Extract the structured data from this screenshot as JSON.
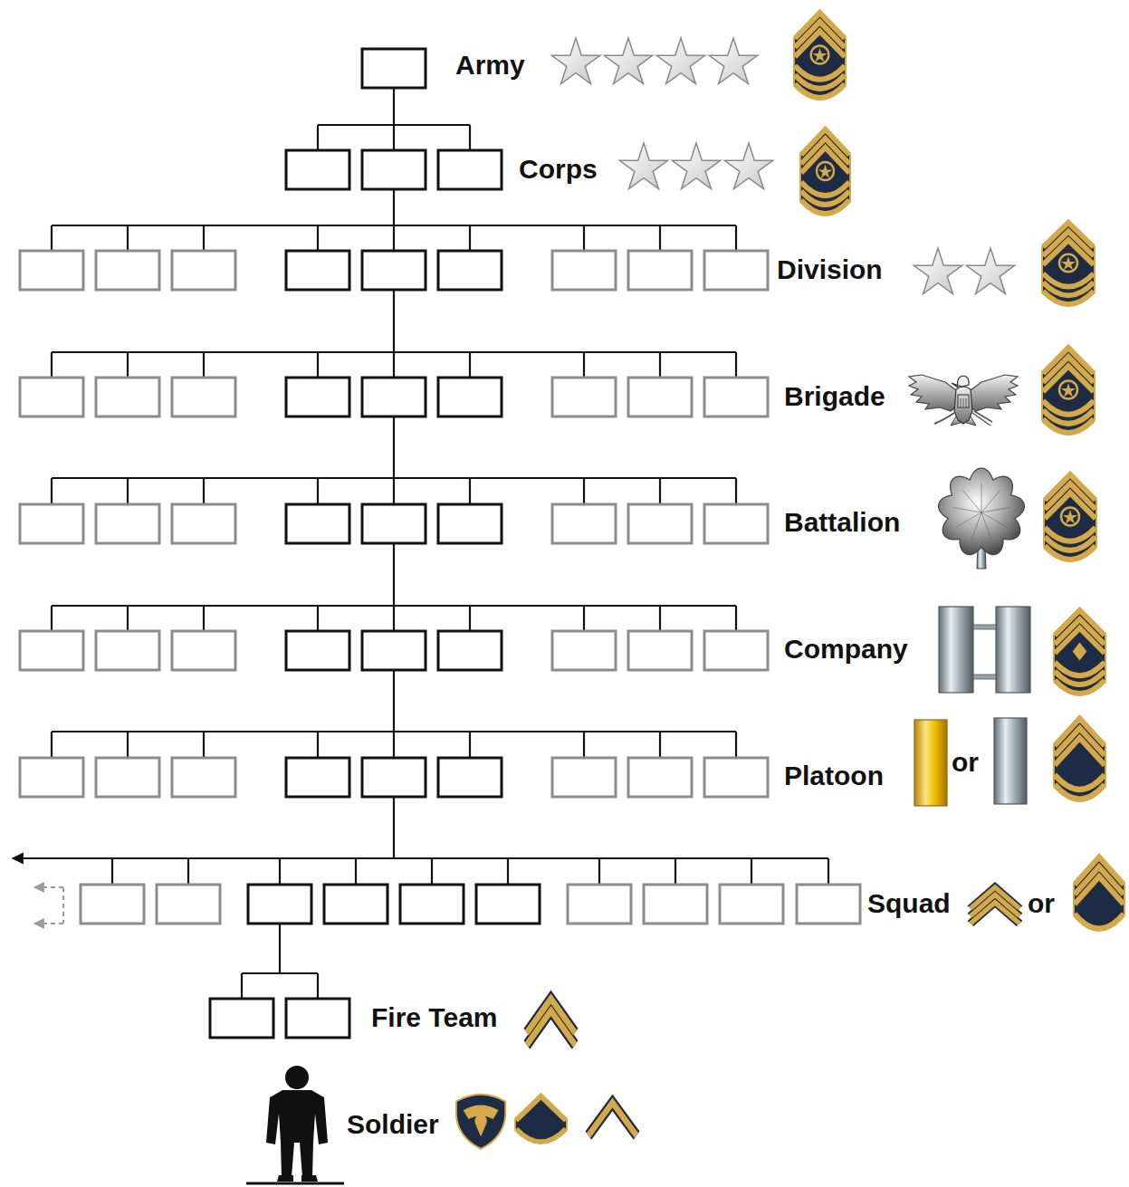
{
  "diagram": {
    "labels": [
      "Army",
      "Corps",
      "Division",
      "Brigade",
      "Battalion",
      "Company",
      "Platoon",
      "or",
      "Squad",
      "or",
      "Fire Team",
      "Soldier"
    ]
  }
}
